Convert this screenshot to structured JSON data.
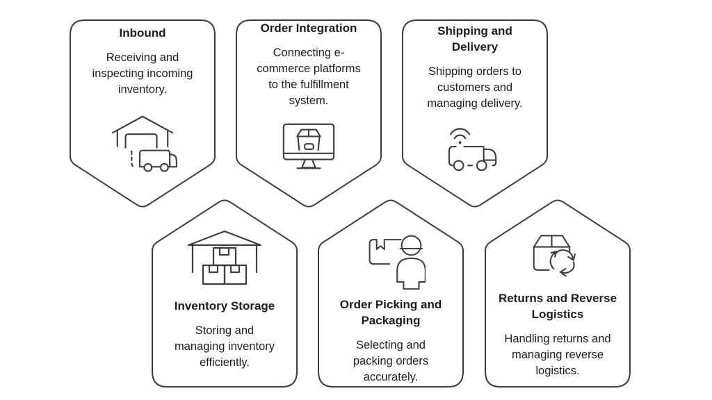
{
  "page": {
    "background": "#ffffff"
  },
  "colors": {
    "stroke": "#3e3e3e",
    "text": "#1d1d1d",
    "card_fill": "#ffffff"
  },
  "cards": [
    {
      "id": "inbound",
      "title": "Inbound",
      "body": "Receiving and\ninspecting incoming\ninventory.",
      "icon": "warehouse-receiving-truck-icon",
      "row": "top"
    },
    {
      "id": "order-integration",
      "title": "Order Integration",
      "body": "Connecting e-\ncommerce platforms\nto the fulfillment\nsystem.",
      "icon": "monitor-package-icon",
      "row": "top"
    },
    {
      "id": "shipping-and-delivery",
      "title": "Shipping and\nDelivery",
      "body": "Shipping orders to\ncustomers and\nmanaging delivery.",
      "icon": "connected-delivery-truck-icon",
      "row": "top"
    },
    {
      "id": "inventory-storage",
      "title": "Inventory Storage",
      "body": "Storing and\nmanaging inventory\nefficiently.",
      "icon": "warehouse-stacked-boxes-icon",
      "row": "bottom"
    },
    {
      "id": "order-picking-and-packaging",
      "title": "Order Picking and\nPackaging",
      "body": "Selecting and\npacking orders\naccurately.",
      "icon": "worker-with-package-icon",
      "row": "bottom"
    },
    {
      "id": "returns-and-reverse-logistics",
      "title": "Returns and Reverse\nLogistics",
      "body": "Handling returns and\nmanaging reverse\nlogistics.",
      "icon": "package-recycle-arrows-icon",
      "row": "bottom"
    }
  ]
}
